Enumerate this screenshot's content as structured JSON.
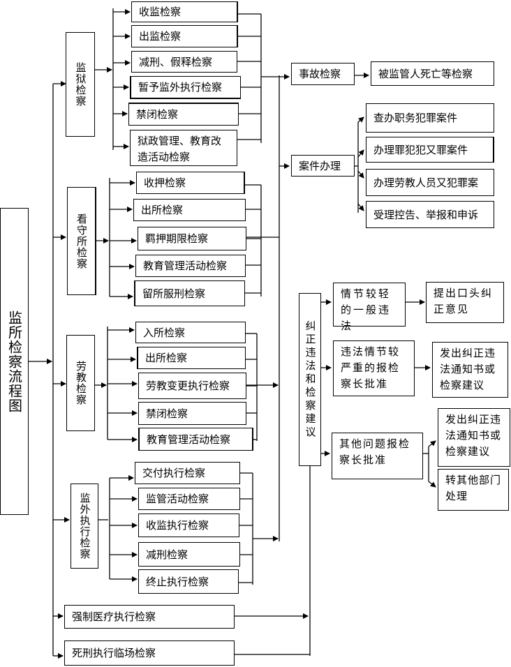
{
  "root": "监所检察流程图",
  "branches": {
    "prison": {
      "label": "监狱检察",
      "items": [
        "收监检察",
        "出监检察",
        "减刑、假释检察",
        "暂予监外执行检察",
        "禁闭检察",
        "狱政管理、教育改造活动检察"
      ]
    },
    "detention": {
      "label": "看守所检察",
      "items": [
        "收押检察",
        "出所检察",
        "羁押期限检察",
        "教育管理活动检察",
        "留所服刑检察"
      ]
    },
    "labor": {
      "label": "劳教检察",
      "items": [
        "入所检察",
        "出所检察",
        "劳教变更执行检察",
        "禁闭检察",
        "教育管理活动检察"
      ]
    },
    "outside": {
      "label": "监外执行检察",
      "items": [
        "交付执行检察",
        "监管活动检察",
        "收监执行检察",
        "减刑检察",
        "终止执行检察"
      ]
    },
    "medical": "强制医疗执行检察",
    "death": "死刑执行临场检察"
  },
  "incident": {
    "label": "事故检察",
    "result": "被监管人死亡等检察"
  },
  "cases": {
    "label": "案件办理",
    "items": [
      "查办职务犯罪案件",
      "办理罪犯犯又罪案件",
      "办理劳教人员又犯罪案",
      "受理控告、举报和申诉"
    ]
  },
  "correction": {
    "label": "纠正违法和检察建议",
    "minor": "情节较轻的一般违法",
    "minor_result": "提出口头纠正意见",
    "serious": "违法情节较严重的报检察长批准",
    "serious_result": "发出纠正违法通知书或检察建议",
    "other": "其他问题报检察长批准",
    "other_result_1": "发出纠正违法通知书或检察建议",
    "other_result_2": "转其他部门处理"
  }
}
